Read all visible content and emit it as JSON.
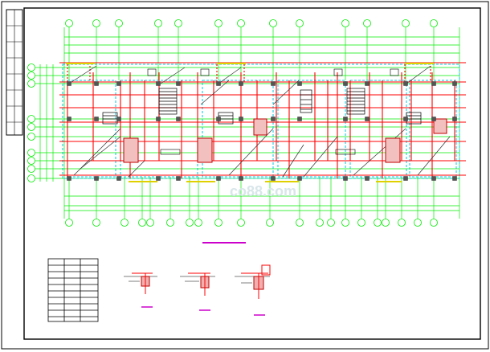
{
  "drawing": {
    "type": "structural floor plan (CAD)",
    "watermark": "co88.com",
    "colors": {
      "background": "#ffffff",
      "frame": "#000000",
      "axis": "#00ee00",
      "wall": "#ff0000",
      "beam": "#ff2a2a",
      "column_fill": "#00bfbf",
      "dim_magenta": "#cc00cc",
      "yellow": "#e0d000",
      "dark": "#555555"
    },
    "title_block_rows": 8,
    "schedule_table": {
      "rows": 10,
      "cols": 3
    },
    "details_count": 3
  }
}
